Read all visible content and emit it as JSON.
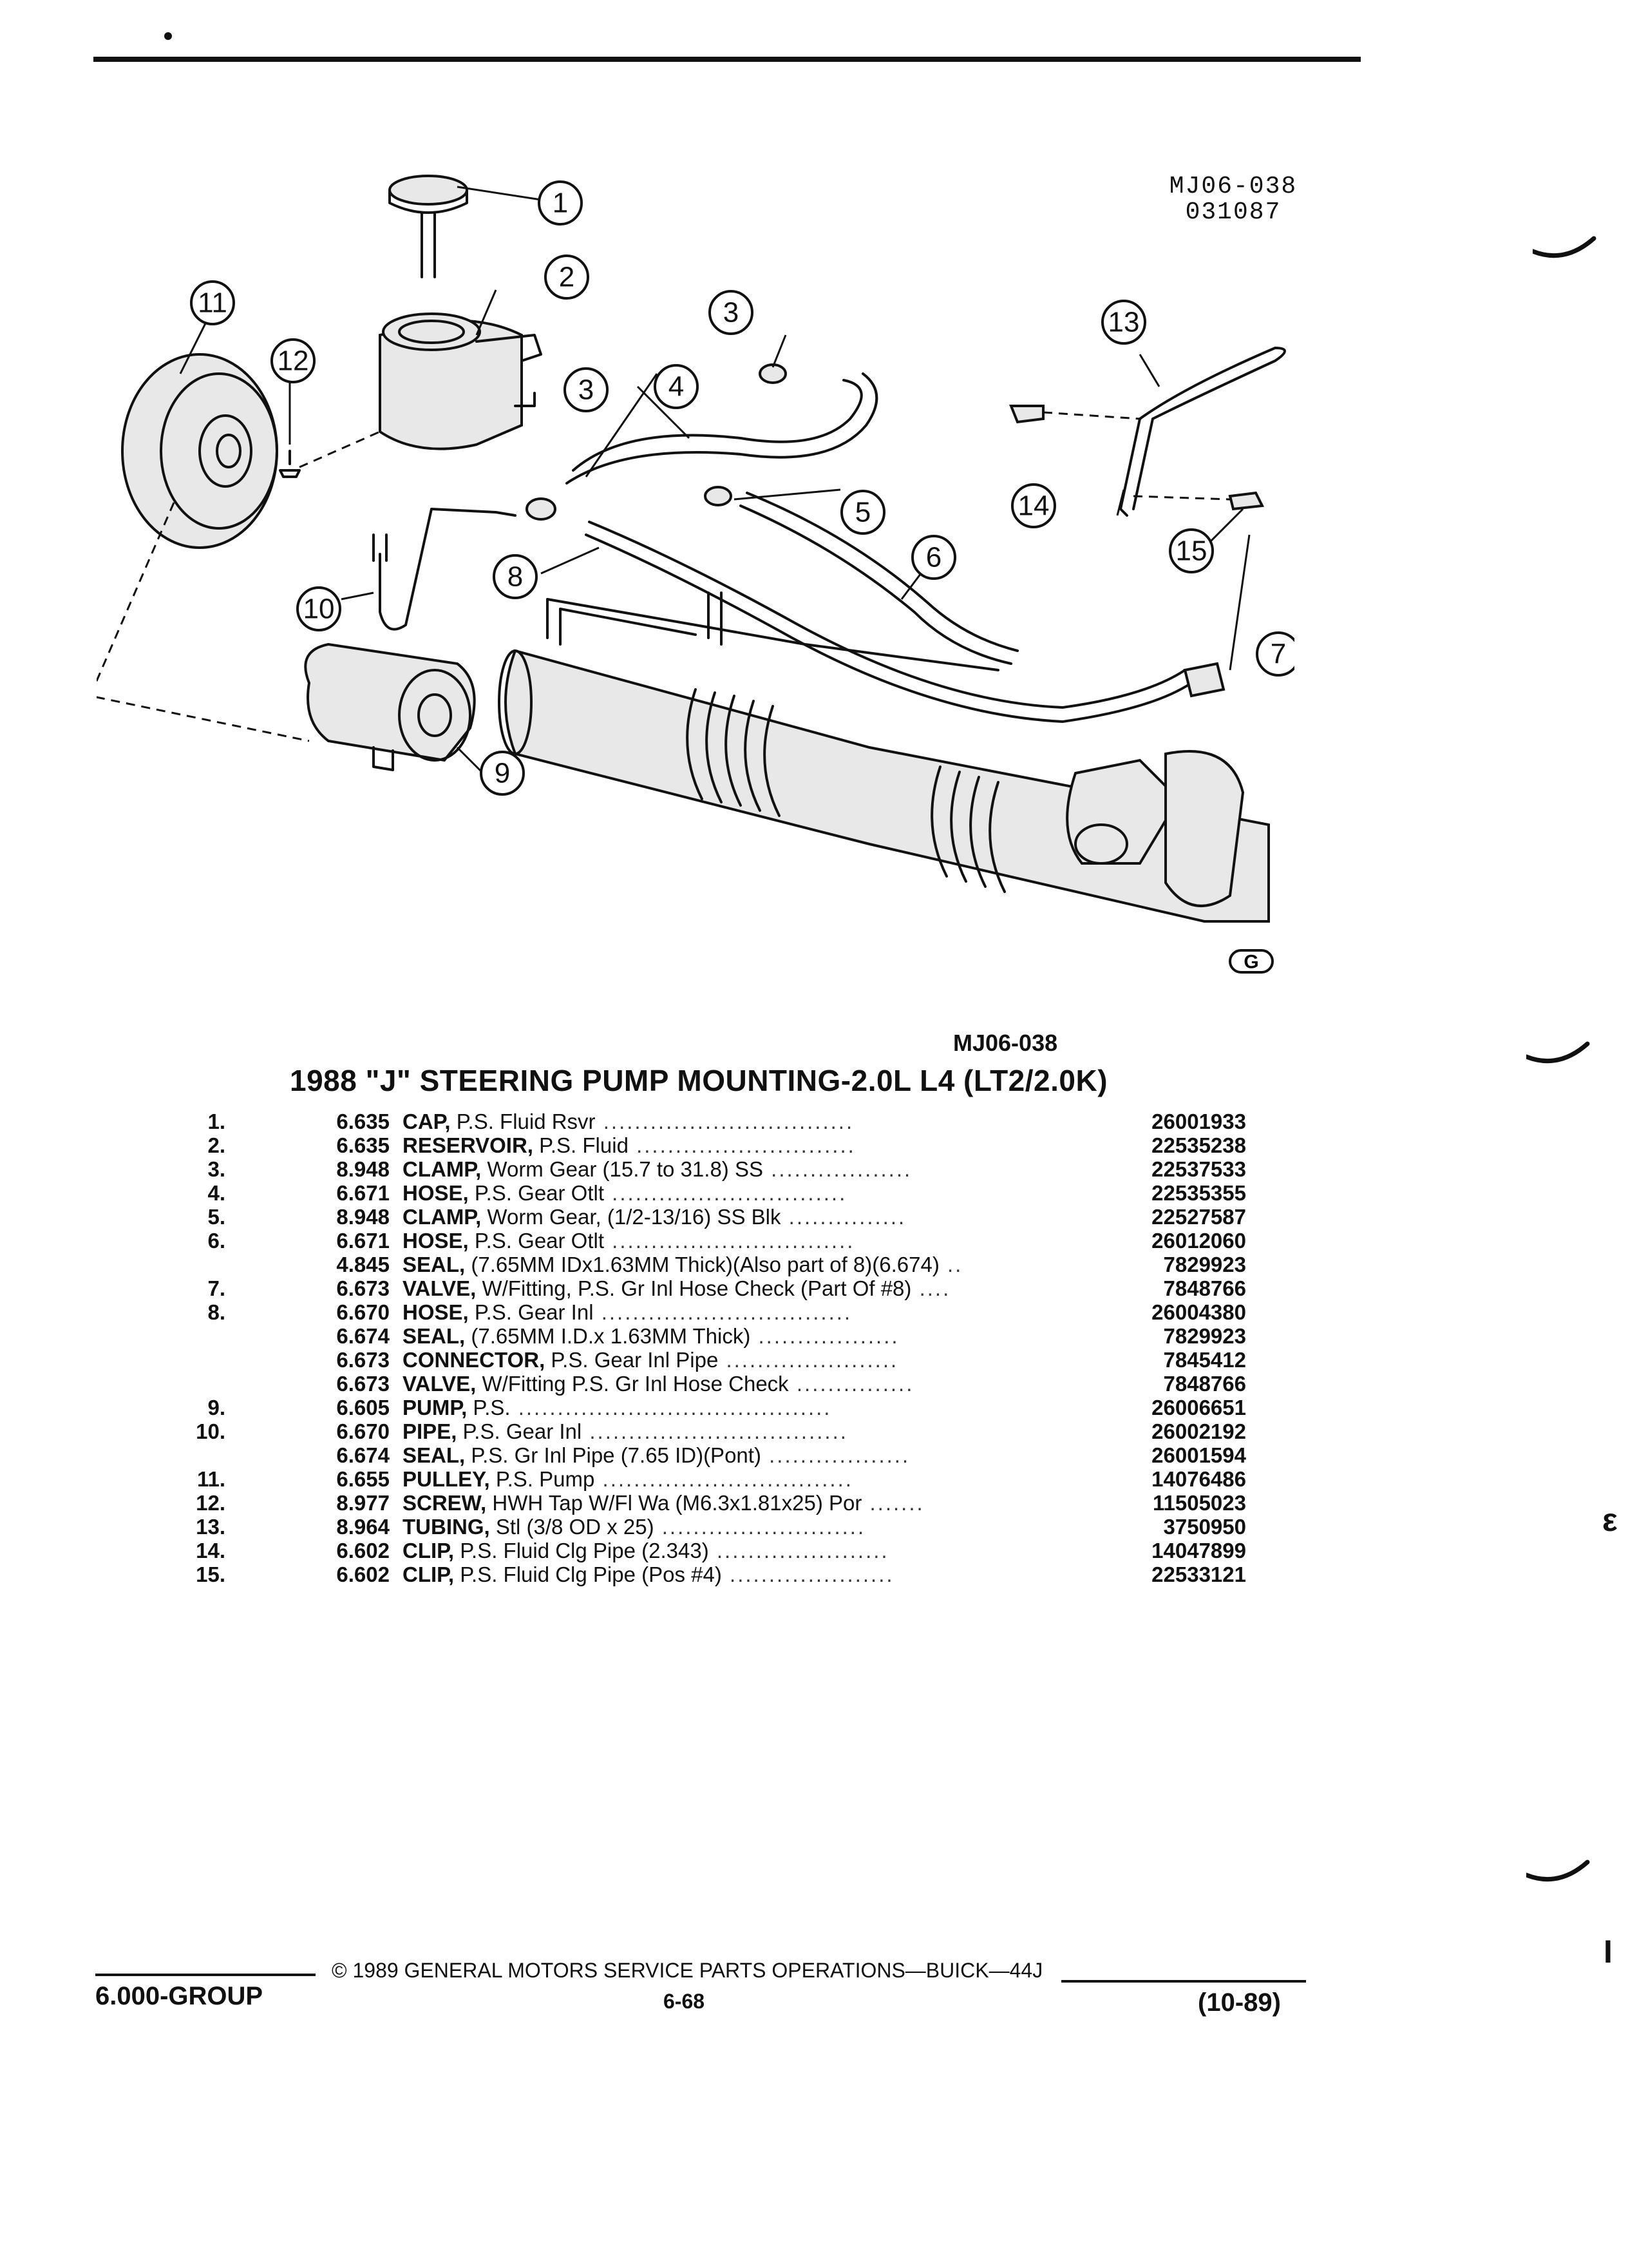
{
  "reference": {
    "top_code": "MJ06-038",
    "top_date": "031087",
    "bottom_code": "MJ06-038"
  },
  "section_title": "1988 \"J\" STEERING PUMP MOUNTING-2.0L L4 (LT2/2.0K)",
  "callouts": [
    "1",
    "2",
    "3",
    "3",
    "4",
    "5",
    "6",
    "7",
    "8",
    "9",
    "10",
    "11",
    "12",
    "13",
    "14",
    "15"
  ],
  "diagram_mark": "G",
  "parts": [
    {
      "num": "1.",
      "group": "6.635",
      "name": "CAP,",
      "desc": " P.S. Fluid Rsvr",
      "leader": " ................................",
      "part_no": "26001933"
    },
    {
      "num": "2.",
      "group": "6.635",
      "name": "RESERVOIR,",
      "desc": " P.S. Fluid",
      "leader": " ............................",
      "part_no": "22535238"
    },
    {
      "num": "3.",
      "group": "8.948",
      "name": "CLAMP,",
      "desc": " Worm Gear (15.7 to 31.8) SS",
      "leader": " ..................",
      "part_no": "22537533"
    },
    {
      "num": "4.",
      "group": "6.671",
      "name": "HOSE,",
      "desc": " P.S. Gear Otlt",
      "leader": " ..............................",
      "part_no": "22535355"
    },
    {
      "num": "5.",
      "group": "8.948",
      "name": "CLAMP,",
      "desc": " Worm Gear, (1/2-13/16) SS Blk",
      "leader": " ...............",
      "part_no": "22527587"
    },
    {
      "num": "6.",
      "group": "6.671",
      "name": "HOSE,",
      "desc": " P.S. Gear Otlt",
      "leader": " ...............................",
      "part_no": "26012060"
    },
    {
      "num": "",
      "group": "4.845",
      "name": "SEAL,",
      "desc": " (7.65MM IDx1.63MM Thick)(Also part of 8)(6.674)",
      "leader": " ..",
      "part_no": "7829923"
    },
    {
      "num": "7.",
      "group": "6.673",
      "name": "VALVE,",
      "desc": " W/Fitting, P.S. Gr Inl Hose Check (Part Of #8)",
      "leader": " ....",
      "part_no": "7848766"
    },
    {
      "num": "8.",
      "group": "6.670",
      "name": "HOSE,",
      "desc": " P.S. Gear Inl",
      "leader": " ................................",
      "part_no": "26004380"
    },
    {
      "num": "",
      "group": "6.674",
      "name": "SEAL,",
      "desc": " (7.65MM I.D.x 1.63MM Thick)",
      "leader": " ..................",
      "part_no": "7829923"
    },
    {
      "num": "",
      "group": "6.673",
      "name": "CONNECTOR,",
      "desc": " P.S. Gear Inl Pipe",
      "leader": " ......................",
      "part_no": "7845412"
    },
    {
      "num": "",
      "group": "6.673",
      "name": "VALVE,",
      "desc": " W/Fitting P.S. Gr Inl Hose Check",
      "leader": " ...............",
      "part_no": "7848766"
    },
    {
      "num": "9.",
      "group": "6.605",
      "name": "PUMP,",
      "desc": " P.S.",
      "leader": " ........................................",
      "part_no": "26006651"
    },
    {
      "num": "10.",
      "group": "6.670",
      "name": "PIPE,",
      "desc": " P.S. Gear Inl",
      "leader": " .................................",
      "part_no": "26002192"
    },
    {
      "num": "",
      "group": "6.674",
      "name": "SEAL,",
      "desc": " P.S. Gr Inl Pipe (7.65 ID)(Pont)",
      "leader": " ..................",
      "part_no": "26001594"
    },
    {
      "num": "11.",
      "group": "6.655",
      "name": "PULLEY,",
      "desc": " P.S. Pump",
      "leader": " ................................",
      "part_no": "14076486"
    },
    {
      "num": "12.",
      "group": "8.977",
      "name": "SCREW,",
      "desc": " HWH Tap W/Fl Wa (M6.3x1.81x25) Por",
      "leader": " .......",
      "part_no": "11505023"
    },
    {
      "num": "13.",
      "group": "8.964",
      "name": "TUBING,",
      "desc": " Stl (3/8 OD x 25)",
      "leader": " ..........................",
      "part_no": "3750950"
    },
    {
      "num": "14.",
      "group": "6.602",
      "name": "CLIP,",
      "desc": " P.S. Fluid Clg Pipe (2.343)",
      "leader": " ......................",
      "part_no": "14047899"
    },
    {
      "num": "15.",
      "group": "6.602",
      "name": "CLIP,",
      "desc": " P.S. Fluid Clg Pipe (Pos #4)",
      "leader": " .....................",
      "part_no": "22533121"
    }
  ],
  "footer": {
    "copyright": "© 1989 GENERAL MOTORS SERVICE PARTS OPERATIONS—BUICK—44J",
    "group": "6.000-GROUP",
    "page": "6-68",
    "date": "(10-89)"
  },
  "margin_marks": [
    "ε",
    "I"
  ]
}
